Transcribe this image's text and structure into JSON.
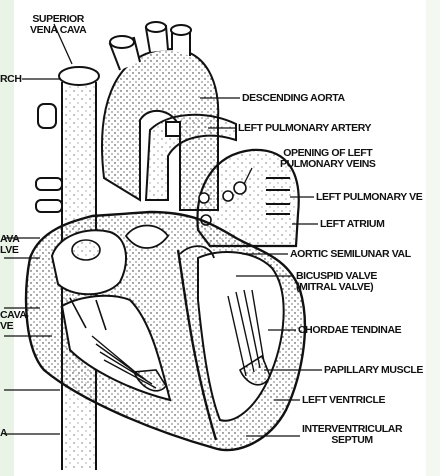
{
  "labels": {
    "superior_vena_cava": [
      "SUPERIOR",
      "VENA CAVA"
    ],
    "arch": "RCH",
    "descending_aorta": "DESCENDING AORTA",
    "left_pulmonary_artery": "LEFT PULMONARY ARTERY",
    "opening_of_left_pulmonary_veins": [
      "OPENING OF LEFT",
      "PULMONARY VEINS"
    ],
    "left_pulmonary_veins": "LEFT PULMONARY VE",
    "left_atrium": "LEFT ATRIUM",
    "aortic_semilunar_valve": "AORTIC SEMILUNAR VAL",
    "bicuspid_valve": [
      "BICUSPID VALVE",
      "(MITRAL VALVE)"
    ],
    "chordae_tendinae": "CHORDAE TENDINAE",
    "papillary_muscle": "PAPILLARY MUSCLE",
    "left_ventricle": "LEFT VENTRICLE",
    "interventricular_septum": [
      "INTERVENTRICULAR",
      "SEPTUM"
    ],
    "left_partial_1": [
      "AVA",
      "LVE"
    ],
    "left_partial_2": [
      "CAVA",
      "VE"
    ],
    "left_partial_3": "A"
  },
  "colors": {
    "ink": "#111111",
    "paper": "#ffffff",
    "edge_tint": "#e9f4e6"
  }
}
